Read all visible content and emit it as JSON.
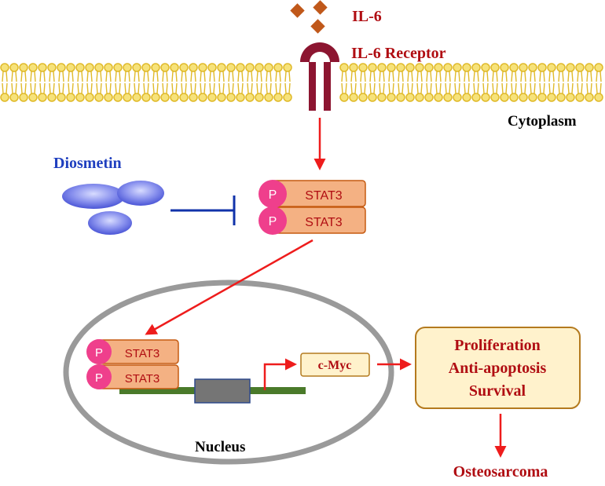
{
  "ligand": {
    "label": "IL-6"
  },
  "receptor": {
    "label": "IL-6 Receptor"
  },
  "compartments": {
    "cytoplasm": "Cytoplasm",
    "nucleus": "Nucleus"
  },
  "inhibitor": {
    "label": "Diosmetin"
  },
  "stat_dimer_cytoplasm": {
    "phospho_label": "P",
    "protein_label": "STAT3"
  },
  "stat_dimer_nucleus": {
    "phospho_label": "P",
    "protein_label": "STAT3"
  },
  "target_gene": {
    "label": "c-Myc"
  },
  "outcomes": {
    "lines": [
      "Proliferation",
      "Anti-apoptosis",
      "Survival"
    ]
  },
  "disease": {
    "label": "Osteosarcoma"
  },
  "colors": {
    "dark_red_text": "#b00d12",
    "arrow_red": "#ee1c1c",
    "inhibitor_blue": "#1133aa",
    "diosmetin_label_blue": "#1f3fbf",
    "membrane_gold": "#e0ba2a",
    "membrane_head_fill": "#f6e27a",
    "receptor_maroon": "#8c1530",
    "il6_brown": "#c0581a",
    "stat_fill": "#f4b183",
    "stat_border": "#c55a11",
    "phospho_pink": "#ef3f8c",
    "nucleus_gray": "#9a9a9a",
    "dna_green": "#4a7a2a",
    "promoter_gray": "#757575",
    "box_fill": "#fff2cc",
    "box_border": "#b47a1e"
  }
}
